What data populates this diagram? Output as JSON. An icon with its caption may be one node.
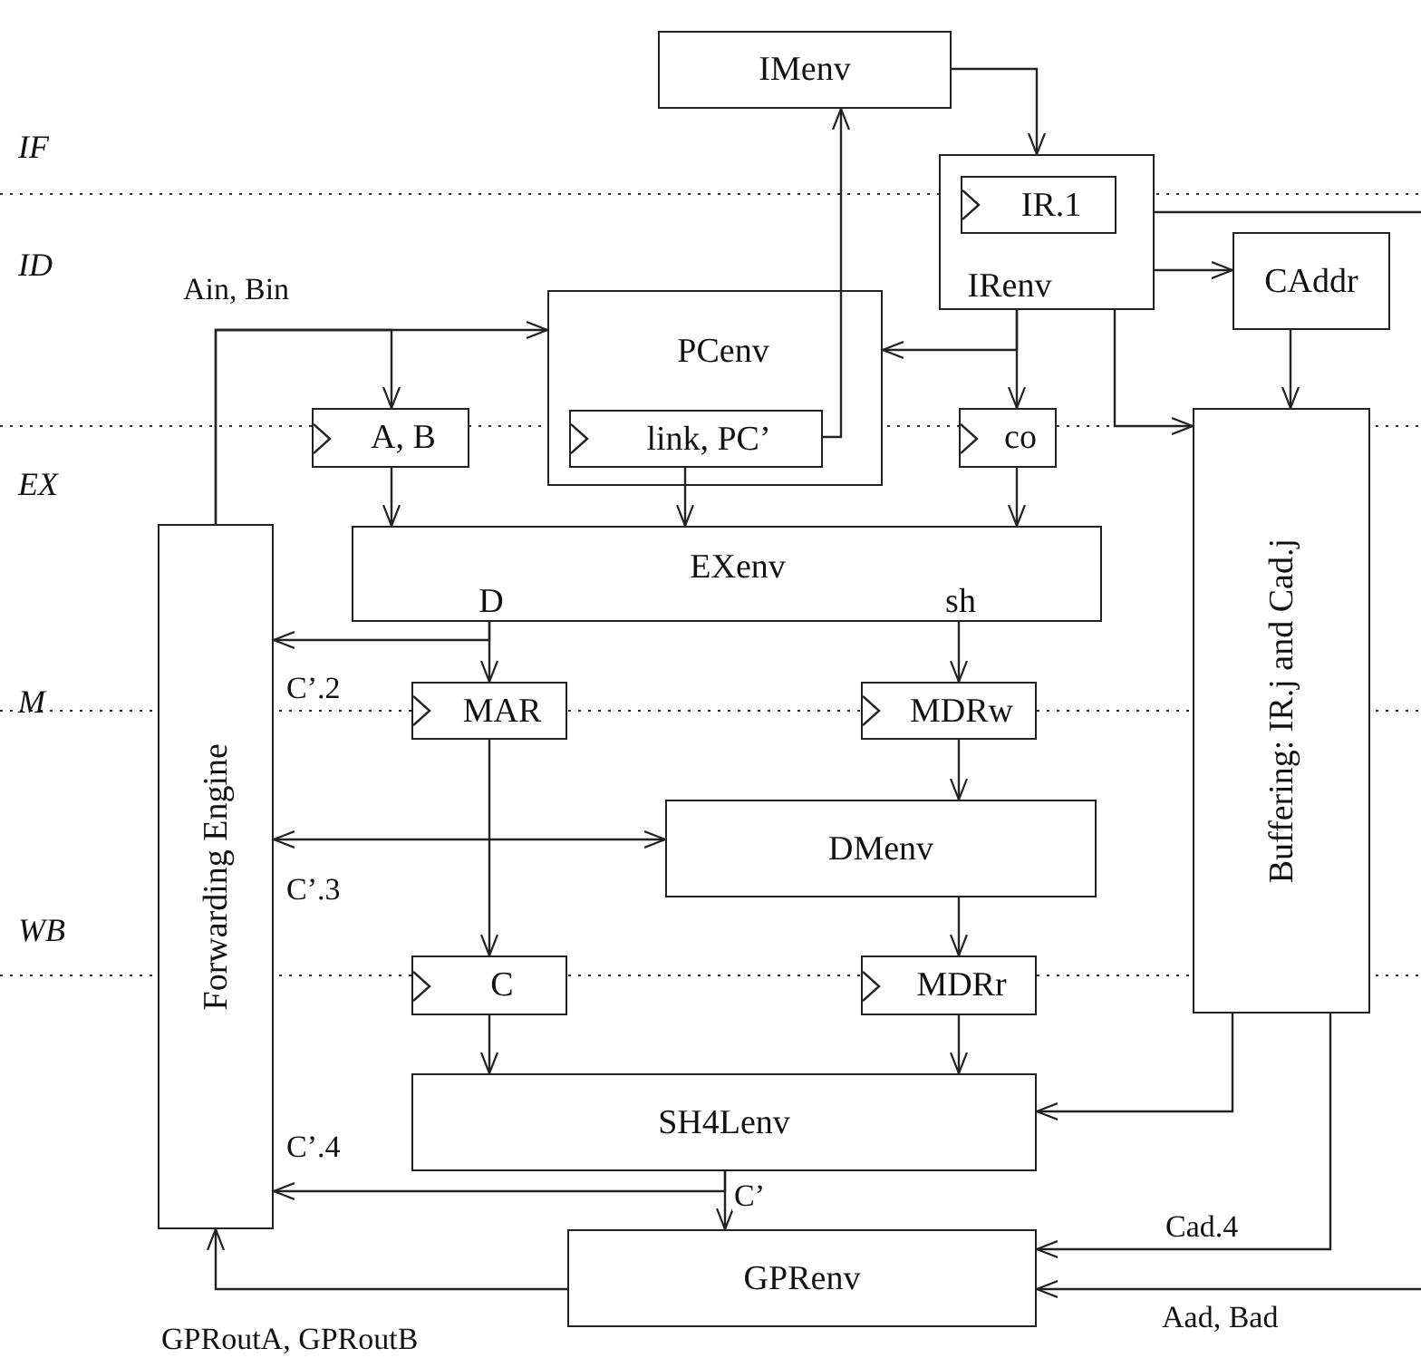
{
  "diagram": {
    "nodes": [
      {
        "text": [
          "IMenv"
        ]
      },
      {
        "text": [
          "IRenv"
        ]
      },
      {
        "text": [
          "IR.1"
        ],
        "in": 1
      },
      {
        "text": [
          "CAddr"
        ]
      },
      {
        "text": [
          "PCenv"
        ]
      },
      {
        "text": [
          "link, PC’"
        ],
        "in": 4
      },
      {
        "text": [
          "A, B"
        ]
      },
      {
        "text": [
          "co"
        ]
      },
      {
        "text": [
          "Buffering: IR.j and Cad.j"
        ]
      },
      {
        "text": [
          "Forwarding Engine"
        ]
      },
      {
        "text": [
          "EXenv",
          "D",
          "sh"
        ]
      },
      {
        "text": [
          "MAR"
        ]
      },
      {
        "text": [
          "MDRw"
        ]
      },
      {
        "text": [
          "DMenv"
        ]
      },
      {
        "text": [
          "C"
        ]
      },
      {
        "text": [
          "MDRr"
        ]
      },
      {
        "text": [
          "SH4Lenv"
        ]
      },
      {
        "text": [
          "GPRenv"
        ]
      }
    ],
    "edges": [
      {
        "from": 0,
        "to": 1,
        "arrow": "to"
      },
      {
        "from": 5,
        "to": 0,
        "arrow": "to"
      },
      {
        "from": 1,
        "to": 4,
        "arrow": "to"
      },
      {
        "from": 1,
        "to": 7,
        "arrow": "to"
      },
      {
        "from": 1,
        "to": 3,
        "arrow": "to"
      },
      {
        "from": 1,
        "to": 8,
        "arrow": "to"
      },
      {
        "from": 1,
        "to": null,
        "arrow": "none"
      },
      {
        "from": 3,
        "to": 8,
        "arrow": "to"
      },
      {
        "from": 9,
        "to": 4,
        "arrow": "to",
        "label": "Ain, Bin"
      },
      {
        "from": 9,
        "to": 6,
        "arrow": "to"
      },
      {
        "from": 6,
        "to": 10,
        "arrow": "to"
      },
      {
        "from": 5,
        "to": 10,
        "arrow": "to"
      },
      {
        "from": 7,
        "to": 10,
        "arrow": "to"
      },
      {
        "from": 10,
        "to": 11,
        "arrow": "to"
      },
      {
        "from": 10,
        "to": 9,
        "arrow": "to",
        "label": "C’.2"
      },
      {
        "from": 10,
        "to": 12,
        "arrow": "to"
      },
      {
        "from": 11,
        "to": 14,
        "arrow": "to"
      },
      {
        "from": 13,
        "to": 9,
        "arrow": "both",
        "label": "C’.3"
      },
      {
        "from": 12,
        "to": 13,
        "arrow": "to"
      },
      {
        "from": 13,
        "to": 15,
        "arrow": "to"
      },
      {
        "from": 14,
        "to": 16,
        "arrow": "to"
      },
      {
        "from": 15,
        "to": 16,
        "arrow": "to"
      },
      {
        "from": 8,
        "to": 16,
        "arrow": "to"
      },
      {
        "from": 16,
        "to": 17,
        "arrow": "to",
        "label": "C’"
      },
      {
        "from": 16,
        "to": 9,
        "arrow": "to",
        "label": "C’.4"
      },
      {
        "from": 8,
        "to": 17,
        "arrow": "to",
        "label": "Cad.4"
      },
      {
        "from": null,
        "to": 17,
        "arrow": "to",
        "label": "Aad, Bad"
      },
      {
        "from": 17,
        "to": 9,
        "arrow": "to",
        "label": "GPRoutA, GPRoutB"
      }
    ],
    "labels": [
      "IF",
      "ID",
      "EX",
      "M",
      "WB"
    ]
  }
}
